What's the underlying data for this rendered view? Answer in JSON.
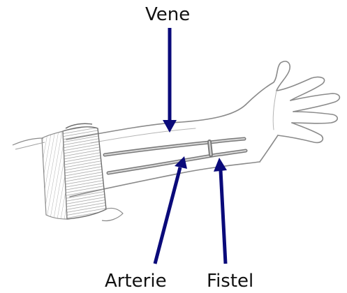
{
  "labels": {
    "vene": "Vene",
    "arterie": "Arterie",
    "fistel": "Fistel"
  },
  "colors": {
    "arrow": "#0a0a7a",
    "sketch": "#8a8a8a"
  }
}
